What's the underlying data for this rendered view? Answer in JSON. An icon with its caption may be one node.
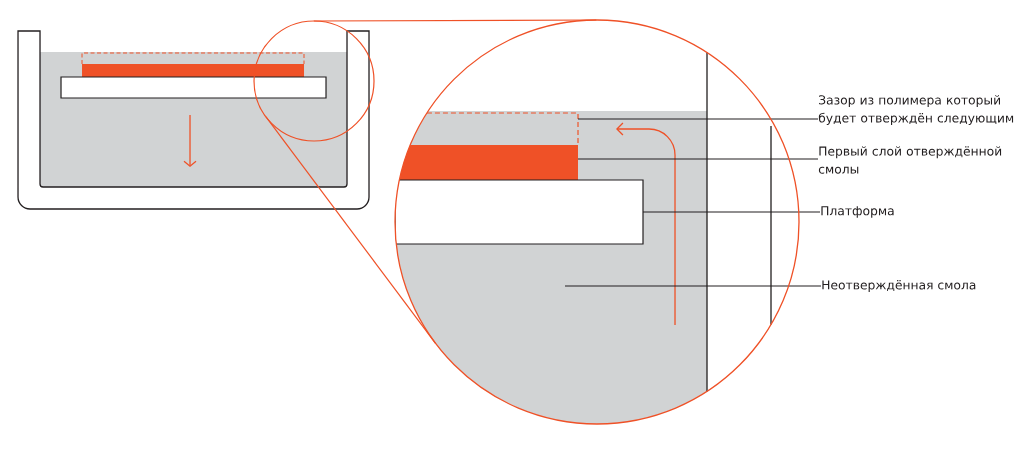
{
  "diagram": {
    "nodes": [
      {
        "text": [],
        "shape": "box"
      },
      {
        "text": [],
        "shape": "box"
      },
      {
        "text": [],
        "shape": "box"
      },
      {
        "text": [
          "Зазор из полимера который будет отверждён следующим"
        ]
      },
      {
        "text": [
          "Первый слой отверждённой смолы"
        ]
      },
      {
        "text": [
          "Платформа"
        ]
      },
      {
        "text": [
          "Неотверждённая смола"
        ]
      }
    ],
    "edges": [
      {
        "from": 3,
        "to": 0,
        "arrow": "none"
      },
      {
        "from": 4,
        "to": 1,
        "arrow": "none"
      },
      {
        "from": 5,
        "to": 2,
        "arrow": "none"
      },
      {
        "from": 6,
        "to": null,
        "arrow": "none"
      }
    ]
  }
}
